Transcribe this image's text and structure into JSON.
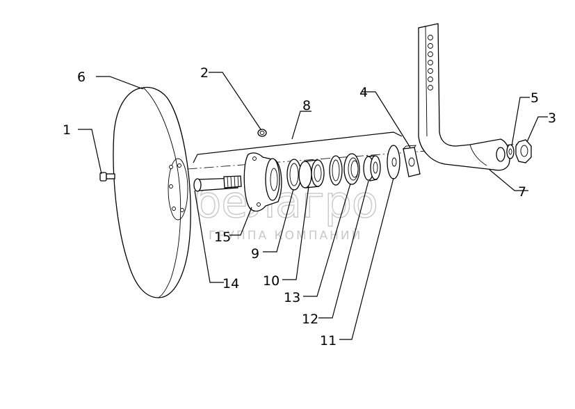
{
  "watermark": {
    "brand": "белагро",
    "subtitle": "ГРУППА КОМПАНИЙ"
  },
  "callouts": [
    {
      "id": "1",
      "part": "bolt"
    },
    {
      "id": "2",
      "part": "grease-nipple"
    },
    {
      "id": "3",
      "part": "nut"
    },
    {
      "id": "4",
      "part": "bracket-plate"
    },
    {
      "id": "5",
      "part": "washer"
    },
    {
      "id": "6",
      "part": "disc"
    },
    {
      "id": "7",
      "part": "arm"
    },
    {
      "id": "8",
      "part": "hub-assembly"
    },
    {
      "id": "9",
      "part": "seal-ring"
    },
    {
      "id": "10",
      "part": "bearing"
    },
    {
      "id": "11",
      "part": "washer-large"
    },
    {
      "id": "12",
      "part": "spacer-bushing"
    },
    {
      "id": "13",
      "part": "bearing-2"
    },
    {
      "id": "14",
      "part": "axle"
    },
    {
      "id": "15",
      "part": "hub"
    }
  ]
}
